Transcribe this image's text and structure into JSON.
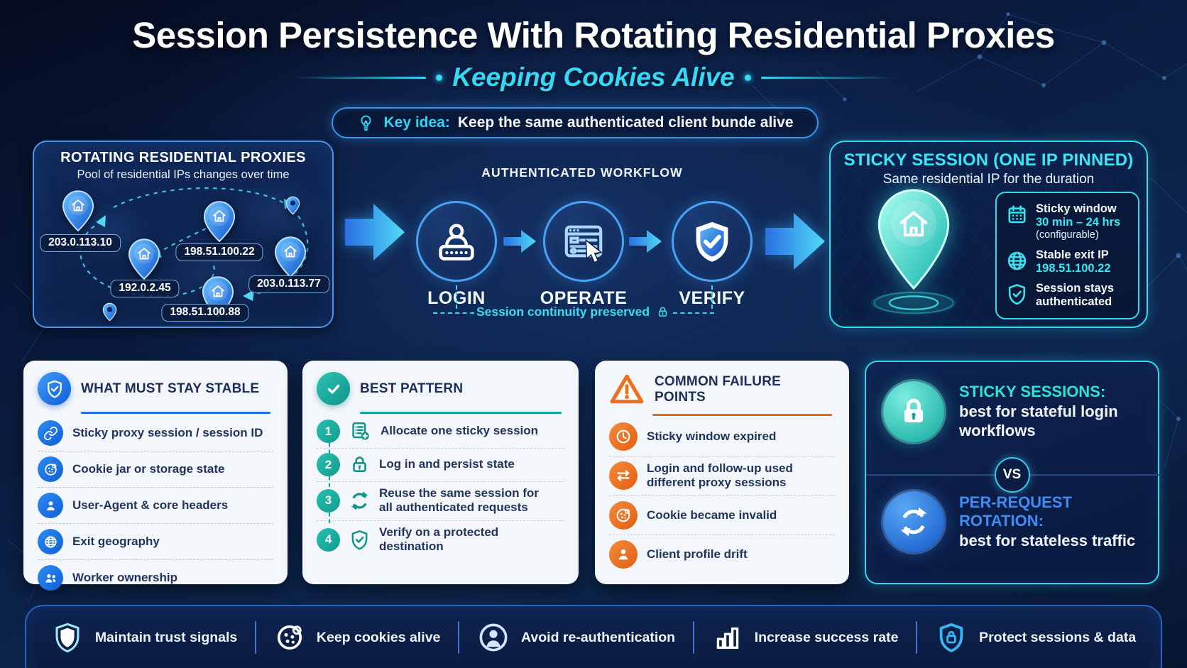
{
  "header": {
    "title": "Session Persistence With Rotating Residential Proxies",
    "subtitle": "Keeping Cookies Alive",
    "key_idea": {
      "icon": "bulb-icon",
      "label": "Key idea:",
      "text": "Keep the same authenticated client bunde alive"
    }
  },
  "proxies_panel": {
    "title": "ROTATING RESIDENTIAL PROXIES",
    "subtitle": "Pool of residential IPs changes over time",
    "pin_icon": "home-pin-icon",
    "ip_labels": [
      "203.0.113.10",
      "198.51.100.22",
      "192.0.2.45",
      "203.0.113.77",
      "198.51.100.88"
    ]
  },
  "workflow": {
    "title": "AUTHENTICATED WORKFLOW",
    "steps": [
      {
        "label": "LOGIN",
        "icon": "login-password-icon"
      },
      {
        "label": "OPERATE",
        "icon": "browser-cursor-icon"
      },
      {
        "label": "VERIFY",
        "icon": "shield-check-icon"
      }
    ],
    "continuity_note": "Session continuity preserved",
    "continuity_icon": "lock-icon"
  },
  "sticky_panel": {
    "title": "STICKY SESSION (ONE IP PINNED)",
    "subtitle": "Same residential IP for the duration",
    "pin_icon": "home-pin-icon",
    "facts": [
      {
        "icon": "calendar-icon",
        "line1": "Sticky window",
        "line2": "30 min – 24 hrs",
        "line3": "(configurable)"
      },
      {
        "icon": "globe-icon",
        "line1": "Stable exit IP",
        "line2": "198.51.100.22"
      },
      {
        "icon": "shield-check-icon",
        "line1": "Session stays",
        "line2": "authenticated"
      }
    ]
  },
  "stable_card": {
    "title": "WHAT MUST STAY STABLE",
    "badge_icon": "shield-check-icon",
    "items": [
      {
        "icon": "link-icon",
        "label": "Sticky proxy session / session ID"
      },
      {
        "icon": "cookie-icon",
        "label": "Cookie jar or storage state"
      },
      {
        "icon": "user-icon",
        "label": "User-Agent & core headers"
      },
      {
        "icon": "globe-icon",
        "label": "Exit geography"
      },
      {
        "icon": "team-icon",
        "label": "Worker ownership"
      }
    ]
  },
  "pattern_card": {
    "title": "BEST PATTERN",
    "badge_icon": "check-icon",
    "steps": [
      {
        "num": "1",
        "icon": "list-add-icon",
        "label": "Allocate one sticky session"
      },
      {
        "num": "2",
        "icon": "lock-icon",
        "label": "Log in and persist state"
      },
      {
        "num": "3",
        "icon": "refresh-icon",
        "label": "Reuse the same session for all authenticated requests"
      },
      {
        "num": "4",
        "icon": "shield-check-icon",
        "label": "Verify on a protected destination"
      }
    ]
  },
  "failure_card": {
    "title": "COMMON FAILURE POINTS",
    "badge_icon": "warning-icon",
    "items": [
      {
        "icon": "clock-icon",
        "label": "Sticky window expired"
      },
      {
        "icon": "swap-icon",
        "label": "Login and follow-up used different proxy sessions"
      },
      {
        "icon": "cookie-icon",
        "label": "Cookie became invalid"
      },
      {
        "icon": "user-icon",
        "label": "Client profile drift"
      }
    ]
  },
  "compare_card": {
    "top": {
      "icon": "lock-icon",
      "title": "STICKY SESSIONS:",
      "desc": "best for stateful login workflows"
    },
    "vs": "VS",
    "bottom": {
      "icon": "rotate-icon",
      "title": "PER-REQUEST ROTATION:",
      "desc": "best for stateless traffic"
    }
  },
  "footer": {
    "items": [
      {
        "icon": "shield-icon",
        "label": "Maintain trust signals"
      },
      {
        "icon": "cookie-icon",
        "label": "Keep cookies alive"
      },
      {
        "icon": "user-circle-icon",
        "label": "Avoid re-authentication"
      },
      {
        "icon": "bar-chart-icon",
        "label": "Increase success rate"
      },
      {
        "icon": "shield-lock-icon",
        "label": "Protect sessions & data"
      }
    ]
  },
  "colors": {
    "accent_cyan": "#38def2",
    "accent_blue": "#2f82ec",
    "teal": "#14a99e",
    "orange": "#ee6f22",
    "navy_text": "#1d2e5a",
    "card_bg": "#f3f6fb"
  }
}
